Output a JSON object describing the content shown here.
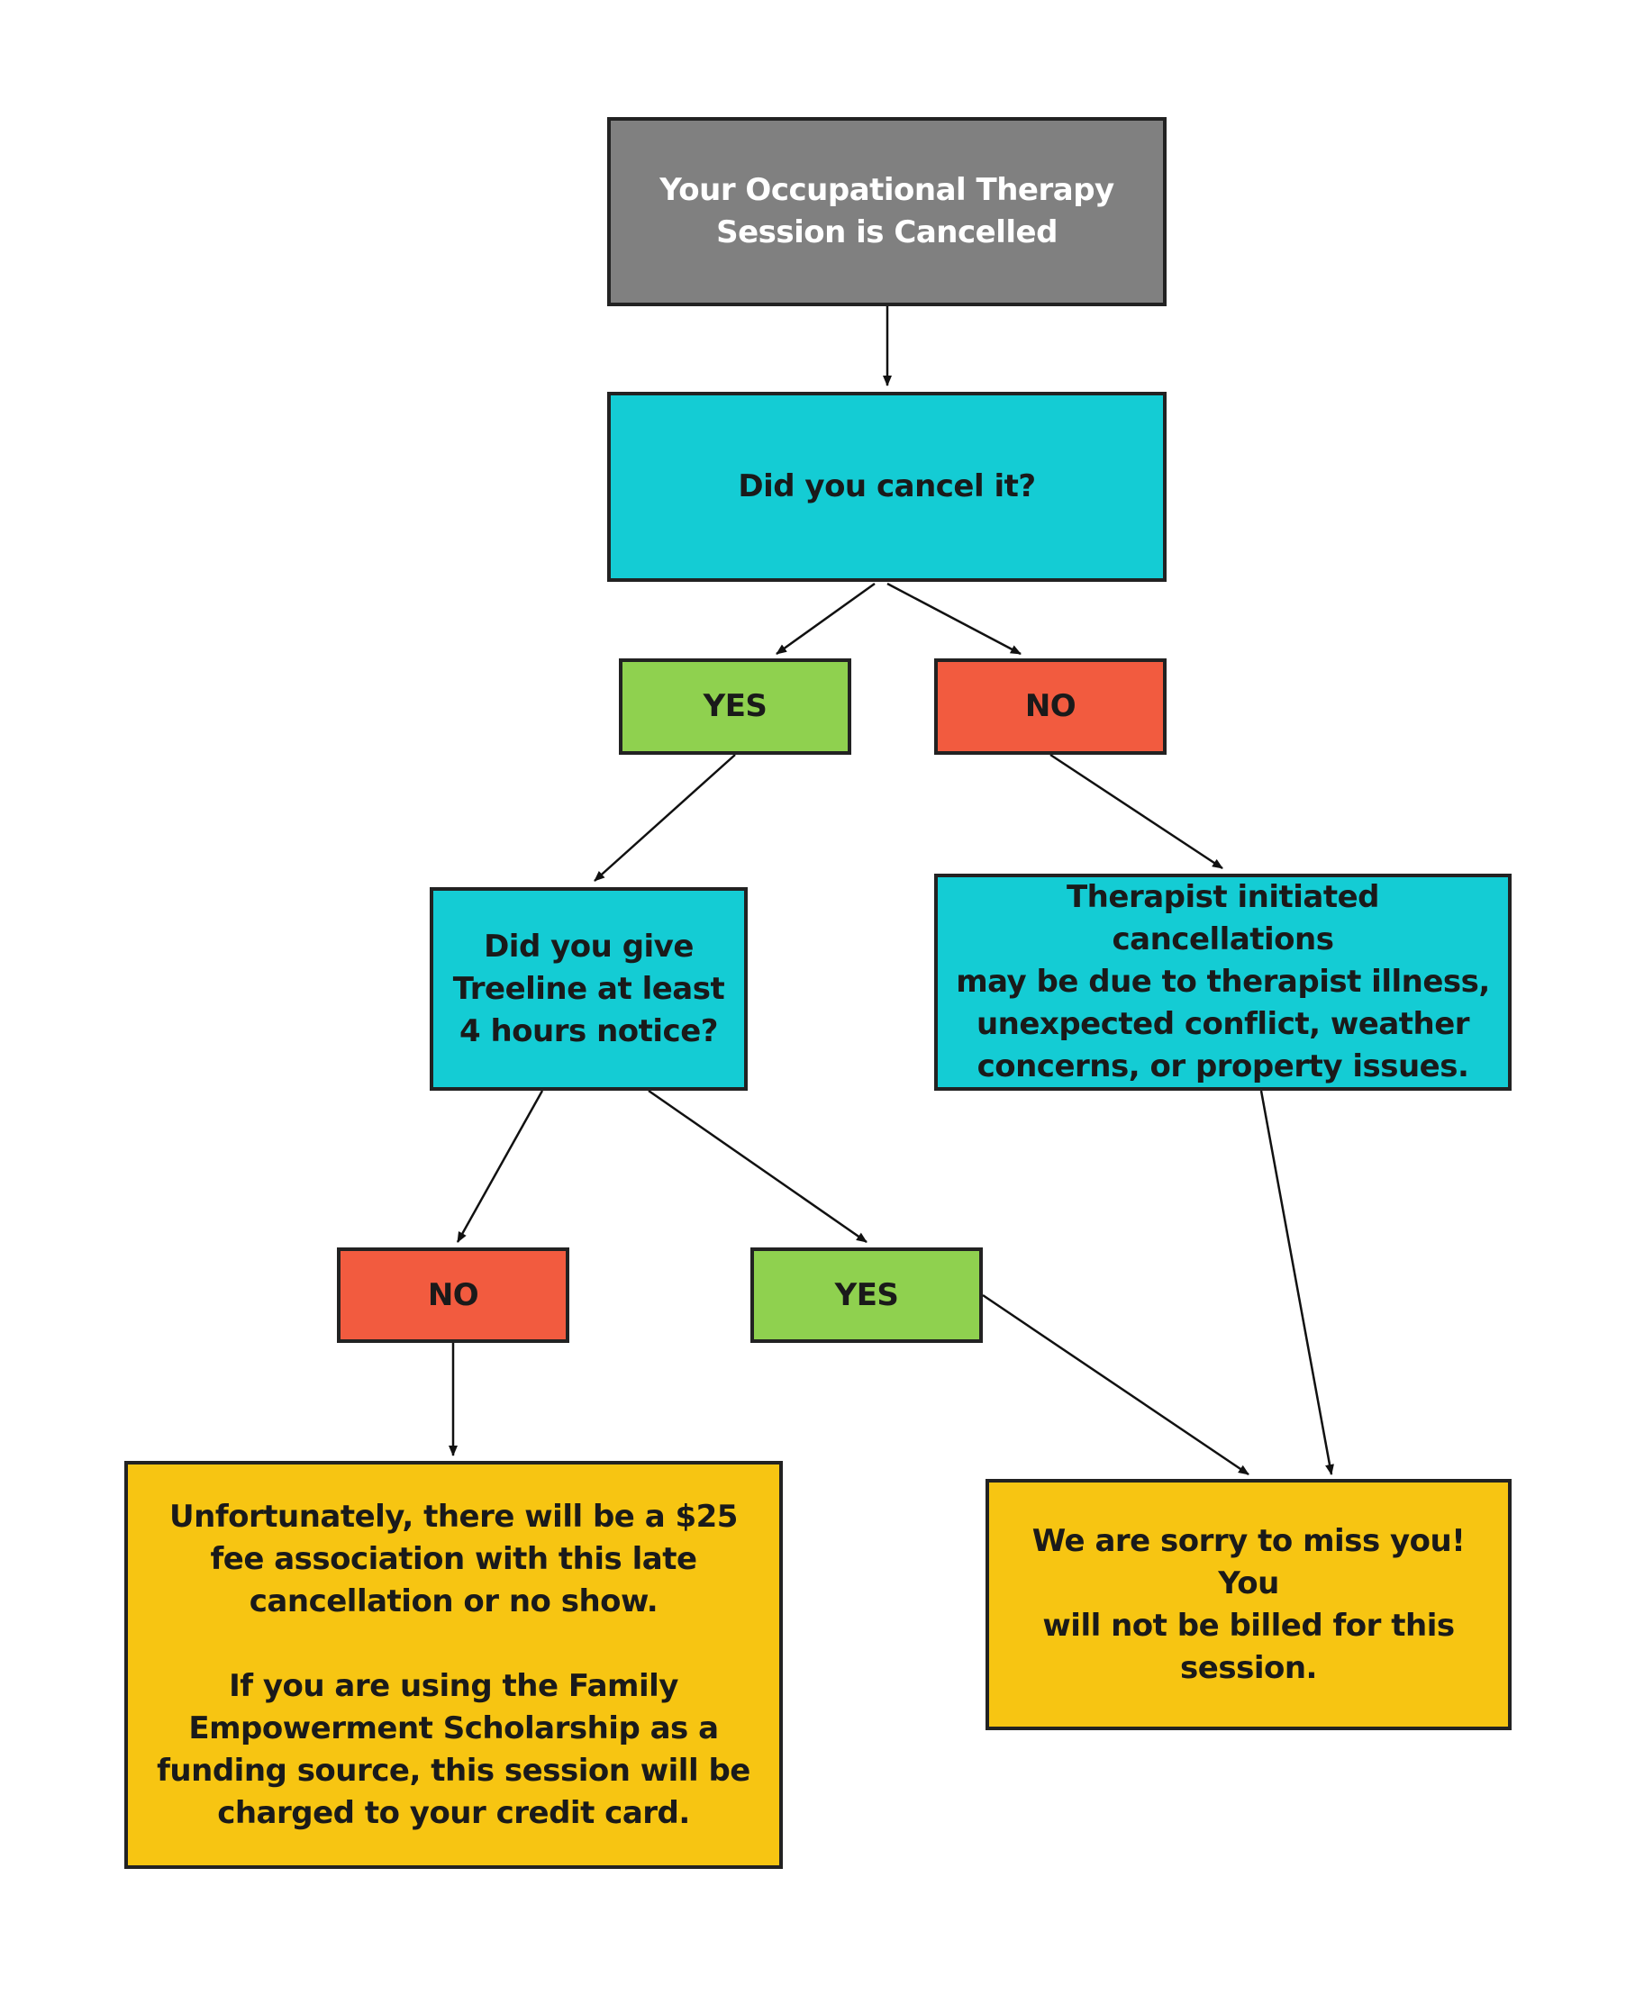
{
  "colors": {
    "start": "#808080",
    "question": "#14ccd4",
    "yes": "#8fd14f",
    "no": "#f25b3f",
    "result": "#f7c512",
    "border": "#222222",
    "text": "#1a1a1a",
    "start_text": "#ffffff"
  },
  "nodes": {
    "start": {
      "text": "Your Occupational Therapy\nSession is Cancelled"
    },
    "did_you_cancel": {
      "text": "Did you cancel it?"
    },
    "yes_1": {
      "text": "YES"
    },
    "no_1": {
      "text": "NO"
    },
    "notice_question": {
      "text": "Did you give\nTreeline at least\n4 hours notice?"
    },
    "therapist_info": {
      "text": "Therapist initiated cancellations\nmay be due to therapist illness,\nunexpected conflict, weather\nconcerns, or property issues."
    },
    "no_2": {
      "text": "NO"
    },
    "yes_2": {
      "text": "YES"
    },
    "fee_result": {
      "text": "Unfortunately, there will be a $25\nfee association with this late\ncancellation or no show.\n\nIf you are using the Family\nEmpowerment Scholarship as a\nfunding source, this session will be\ncharged to your credit card."
    },
    "no_bill_result": {
      "text": "We are sorry to miss you! You\nwill not be billed for this\nsession."
    }
  },
  "edges": [
    {
      "from": "start",
      "to": "did_you_cancel"
    },
    {
      "from": "did_you_cancel",
      "to": "yes_1"
    },
    {
      "from": "did_you_cancel",
      "to": "no_1"
    },
    {
      "from": "yes_1",
      "to": "notice_question"
    },
    {
      "from": "no_1",
      "to": "therapist_info"
    },
    {
      "from": "notice_question",
      "to": "no_2"
    },
    {
      "from": "notice_question",
      "to": "yes_2"
    },
    {
      "from": "no_2",
      "to": "fee_result"
    },
    {
      "from": "yes_2",
      "to": "no_bill_result"
    },
    {
      "from": "therapist_info",
      "to": "no_bill_result"
    }
  ]
}
